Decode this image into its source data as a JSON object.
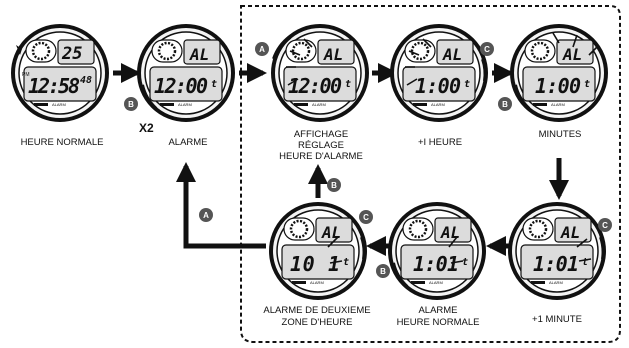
{
  "watches": {
    "w1": {
      "top": "25",
      "main": "12:58",
      "sec": "48",
      "pm": "PM",
      "brand": "ALARM"
    },
    "w2": {
      "top": "AL",
      "main": "12:00",
      "sec": "t",
      "brand": "ALARM"
    },
    "w3": {
      "top": "AL",
      "main": "12:00",
      "sec": "t",
      "brand": "ALARM"
    },
    "w4": {
      "top": "AL",
      "main": "1:00",
      "sec": "t",
      "brand": "ALARM"
    },
    "w5": {
      "top": "AL",
      "main": "1:00",
      "sec": "t",
      "brand": "ALARM"
    },
    "w6": {
      "top": "AL",
      "main": "1:01",
      "sec": "t",
      "brand": "ALARM"
    },
    "w7": {
      "top": "AL",
      "main": "1:01",
      "sec": "t",
      "brand": "ALARM"
    },
    "w8": {
      "top": "AL",
      "main": "10 1",
      "sec": "t",
      "brand": "ALARM"
    }
  },
  "captions": {
    "heure_normale": "HEURE NORMALE",
    "alarme": "ALARME",
    "affichage_1": "AFFICHAGE",
    "affichage_2": "RÉGLAGE",
    "affichage_3": "HEURE D'ALARME",
    "plus_heure": "+I HEURE",
    "minutes": "MINUTES",
    "plus_minute": "+1 MINUTE",
    "alarme_hn_1": "ALARME",
    "alarme_hn_2": "HEURE NORMALE",
    "deuxieme_1": "ALARME DE DEUXIEME",
    "deuxieme_2": "ZONE D'HEURE"
  },
  "badges": {
    "a": "A",
    "b": "B",
    "c": "C"
  },
  "press_count": "X2"
}
